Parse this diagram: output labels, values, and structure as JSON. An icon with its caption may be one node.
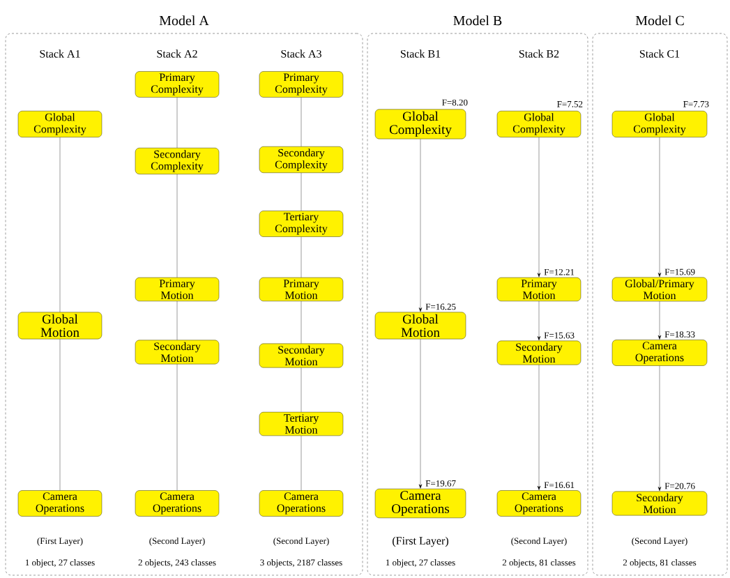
{
  "diagram": {
    "nodes": [
      {
        "text": [
          "Model A"
        ]
      },
      {
        "text": [
          "Global Complexity"
        ],
        "in": 0
      },
      {
        "text": [
          "Global Motion"
        ],
        "in": 0
      },
      {
        "text": [
          "Camera Operations"
        ],
        "in": 0
      },
      {
        "text": [
          "Primary Complexity"
        ],
        "in": 0
      },
      {
        "text": [
          "Secondary Complexity"
        ],
        "in": 0
      },
      {
        "text": [
          "Primary Motion"
        ],
        "in": 0
      },
      {
        "text": [
          "Secondary Motion"
        ],
        "in": 0
      },
      {
        "text": [
          "Camera Operations"
        ],
        "in": 0
      },
      {
        "text": [
          "Primary Complexity"
        ],
        "in": 0
      },
      {
        "text": [
          "Secondary Complexity"
        ],
        "in": 0
      },
      {
        "text": [
          "Tertiary Complexity"
        ],
        "in": 0
      },
      {
        "text": [
          "Primary Motion"
        ],
        "in": 0
      },
      {
        "text": [
          "Secondary Motion"
        ],
        "in": 0
      },
      {
        "text": [
          "Tertiary Motion"
        ],
        "in": 0
      },
      {
        "text": [
          "Camera Operations"
        ],
        "in": 0
      },
      {
        "text": [
          "Model B"
        ]
      },
      {
        "text": [
          "Global Complexity"
        ],
        "in": 16,
        "beside": [
          "F=8.20"
        ]
      },
      {
        "text": [
          "Global Motion"
        ],
        "in": 16,
        "beside": [
          "F=16.25"
        ]
      },
      {
        "text": [
          "Camera Operations"
        ],
        "in": 16,
        "beside": [
          "F=19.67"
        ]
      },
      {
        "text": [
          "Global Complexity"
        ],
        "in": 16,
        "beside": [
          "F=7.52"
        ]
      },
      {
        "text": [
          "Primary Motion"
        ],
        "in": 16,
        "beside": [
          "F=12.21"
        ]
      },
      {
        "text": [
          "Secondary Motion"
        ],
        "in": 16,
        "beside": [
          "F=15.63"
        ]
      },
      {
        "text": [
          "Camera Operations"
        ],
        "in": 16,
        "beside": [
          "F=16.61"
        ]
      },
      {
        "text": [
          "Model C"
        ]
      },
      {
        "text": [
          "Global Complexity"
        ],
        "in": 24,
        "beside": [
          "F=7.73"
        ]
      },
      {
        "text": [
          "Global/Primary Motion"
        ],
        "in": 24,
        "beside": [
          "F=15.69"
        ]
      },
      {
        "text": [
          "Camera Operations"
        ],
        "in": 24,
        "beside": [
          "F=18.33"
        ]
      },
      {
        "text": [
          "Secondary Motion"
        ],
        "in": 24,
        "beside": [
          "F=20.76"
        ]
      }
    ],
    "edges": [
      {
        "from": 1,
        "to": 2,
        "arrow": "none"
      },
      {
        "from": 2,
        "to": 3,
        "arrow": "none"
      },
      {
        "from": 4,
        "to": 5,
        "arrow": "none"
      },
      {
        "from": 5,
        "to": 6,
        "arrow": "none"
      },
      {
        "from": 6,
        "to": 7,
        "arrow": "none"
      },
      {
        "from": 7,
        "to": 8,
        "arrow": "none"
      },
      {
        "from": 9,
        "to": 10,
        "arrow": "none"
      },
      {
        "from": 10,
        "to": 11,
        "arrow": "none"
      },
      {
        "from": 11,
        "to": 12,
        "arrow": "none"
      },
      {
        "from": 12,
        "to": 13,
        "arrow": "none"
      },
      {
        "from": 13,
        "to": 14,
        "arrow": "none"
      },
      {
        "from": 14,
        "to": 15,
        "arrow": "none"
      },
      {
        "from": 17,
        "to": 18,
        "arrow": "to"
      },
      {
        "from": 18,
        "to": 19,
        "arrow": "to"
      },
      {
        "from": 20,
        "to": 21,
        "arrow": "to"
      },
      {
        "from": 21,
        "to": 22,
        "arrow": "to"
      },
      {
        "from": 22,
        "to": 23,
        "arrow": "to"
      },
      {
        "from": 25,
        "to": 26,
        "arrow": "to"
      },
      {
        "from": 26,
        "to": 27,
        "arrow": "to"
      },
      {
        "from": 27,
        "to": 28,
        "arrow": "to"
      }
    ],
    "labels": [
      "Stack A1",
      "Stack A2",
      "Stack A3",
      "Stack B1",
      "Stack B2",
      "Stack C1",
      "(First Layer)",
      "(Second Layer)",
      "(Second Layer)",
      "(First Layer)",
      "(Second Layer)",
      "(Second Layer)",
      "1 object, 27 classes",
      "2 objects, 243 classes",
      "3 objects, 2187 classes",
      "1 object, 27 classes",
      "2 objects, 81 classes",
      "2 objects, 81 classes"
    ]
  }
}
